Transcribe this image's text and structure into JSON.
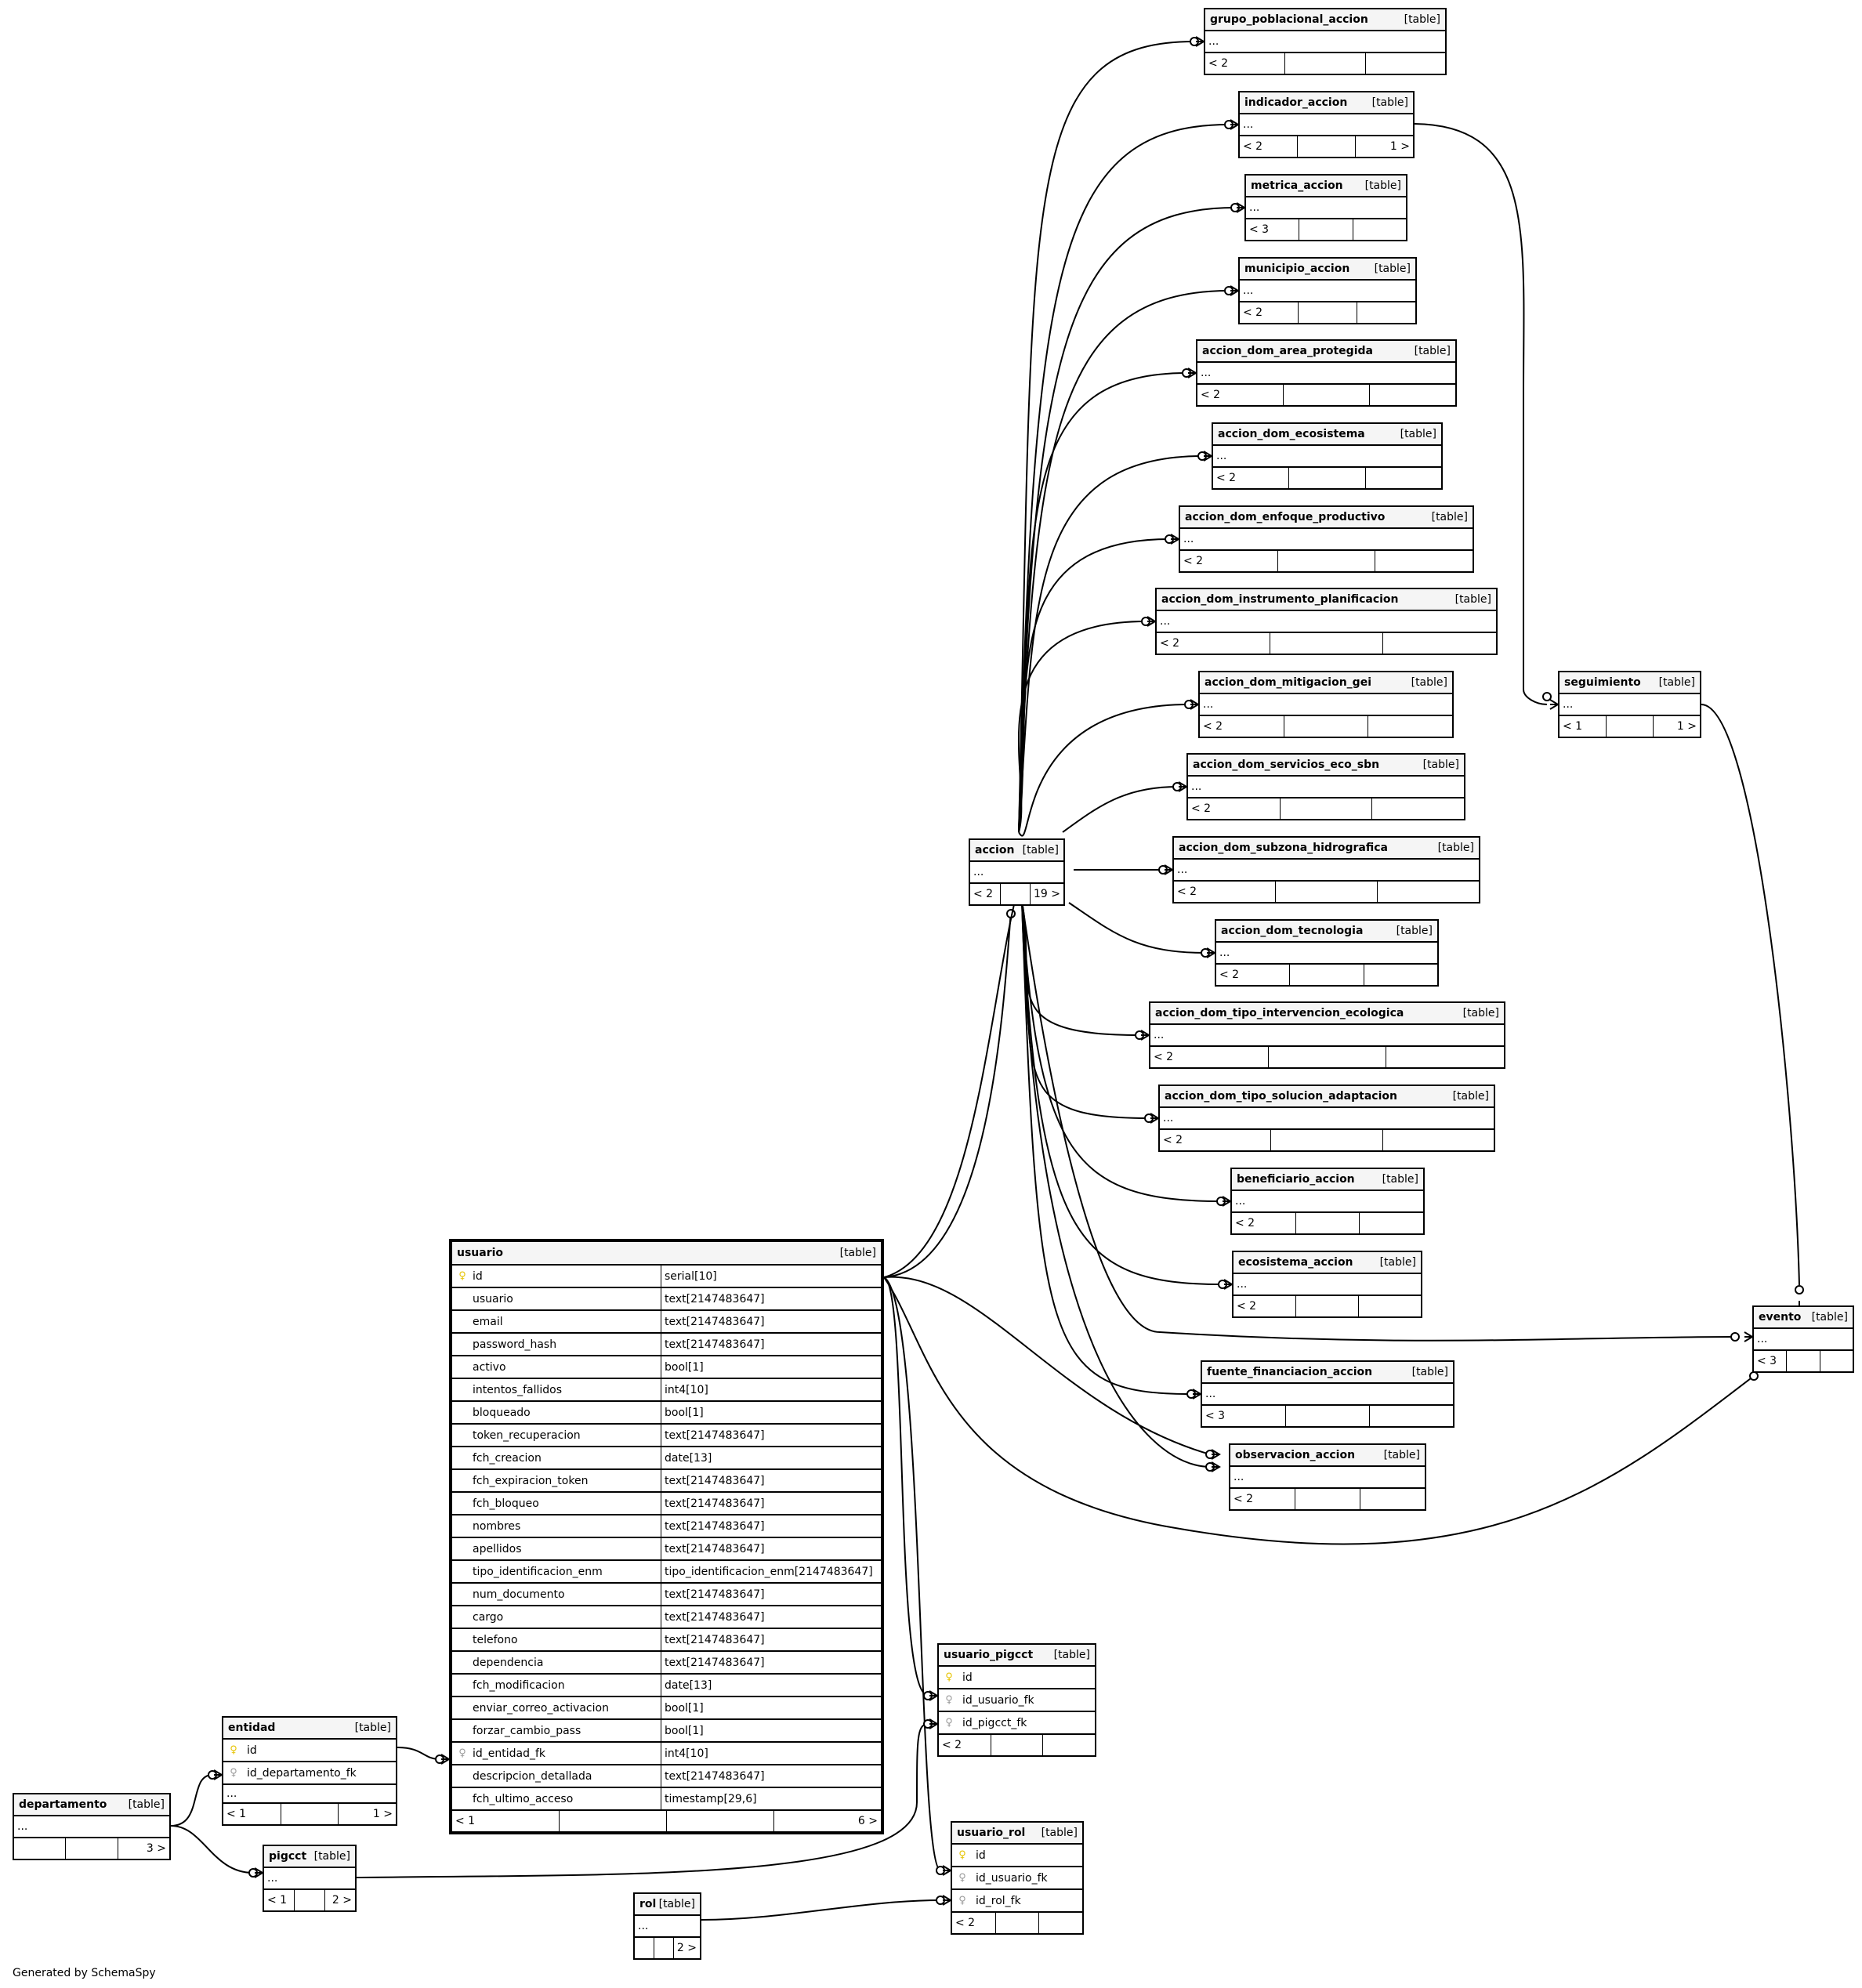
{
  "generated_by": "Generated by SchemaSpy",
  "type_label": "[table]",
  "pk_icon": "primary-key-icon",
  "fk_icon": "foreign-key-icon",
  "tables": {
    "grupo_poblacional_accion": {
      "name": "grupo_poblacional_accion",
      "ellipsis": "...",
      "footer": [
        "< 2",
        "",
        ""
      ]
    },
    "indicador_accion": {
      "name": "indicador_accion",
      "ellipsis": "...",
      "footer": [
        "< 2",
        "",
        "1 >"
      ]
    },
    "metrica_accion": {
      "name": "metrica_accion",
      "ellipsis": "...",
      "footer": [
        "< 3",
        "",
        ""
      ]
    },
    "municipio_accion": {
      "name": "municipio_accion",
      "ellipsis": "...",
      "footer": [
        "< 2",
        "",
        ""
      ]
    },
    "accion_dom_area_protegida": {
      "name": "accion_dom_area_protegida",
      "ellipsis": "...",
      "footer": [
        "< 2",
        "",
        ""
      ]
    },
    "accion_dom_ecosistema": {
      "name": "accion_dom_ecosistema",
      "ellipsis": "...",
      "footer": [
        "< 2",
        "",
        ""
      ]
    },
    "accion_dom_enfoque_productivo": {
      "name": "accion_dom_enfoque_productivo",
      "ellipsis": "...",
      "footer": [
        "< 2",
        "",
        ""
      ]
    },
    "accion_dom_instrumento_planificacion": {
      "name": "accion_dom_instrumento_planificacion",
      "ellipsis": "...",
      "footer": [
        "< 2",
        "",
        ""
      ]
    },
    "accion_dom_mitigacion_gei": {
      "name": "accion_dom_mitigacion_gei",
      "ellipsis": "...",
      "footer": [
        "< 2",
        "",
        ""
      ]
    },
    "accion_dom_servicios_eco_sbn": {
      "name": "accion_dom_servicios_eco_sbn",
      "ellipsis": "...",
      "footer": [
        "< 2",
        "",
        ""
      ]
    },
    "accion_dom_subzona_hidrografica": {
      "name": "accion_dom_subzona_hidrografica",
      "ellipsis": "...",
      "footer": [
        "< 2",
        "",
        ""
      ]
    },
    "accion_dom_tecnologia": {
      "name": "accion_dom_tecnologia",
      "ellipsis": "...",
      "footer": [
        "< 2",
        "",
        ""
      ]
    },
    "accion_dom_tipo_intervencion_ecologica": {
      "name": "accion_dom_tipo_intervencion_ecologica",
      "ellipsis": "...",
      "footer": [
        "< 2",
        "",
        ""
      ]
    },
    "accion_dom_tipo_solucion_adaptacion": {
      "name": "accion_dom_tipo_solucion_adaptacion",
      "ellipsis": "...",
      "footer": [
        "< 2",
        "",
        ""
      ]
    },
    "beneficiario_accion": {
      "name": "beneficiario_accion",
      "ellipsis": "...",
      "footer": [
        "< 2",
        "",
        ""
      ]
    },
    "ecosistema_accion": {
      "name": "ecosistema_accion",
      "ellipsis": "...",
      "footer": [
        "< 2",
        "",
        ""
      ]
    },
    "fuente_financiacion_accion": {
      "name": "fuente_financiacion_accion",
      "ellipsis": "...",
      "footer": [
        "< 3",
        "",
        ""
      ]
    },
    "observacion_accion": {
      "name": "observacion_accion",
      "ellipsis": "...",
      "footer": [
        "< 2",
        "",
        ""
      ]
    },
    "accion": {
      "name": "accion",
      "ellipsis": "...",
      "footer": [
        "< 2",
        "",
        "19 >"
      ]
    },
    "seguimiento": {
      "name": "seguimiento",
      "ellipsis": "...",
      "footer": [
        "< 1",
        "",
        "1 >"
      ]
    },
    "evento": {
      "name": "evento",
      "ellipsis": "...",
      "footer": [
        "< 3",
        "",
        ""
      ]
    },
    "entidad": {
      "name": "entidad",
      "cols": [
        "id",
        "id_departamento_fk"
      ],
      "ellipsis": "...",
      "footer": [
        "< 1",
        "",
        "1 >"
      ]
    },
    "departamento": {
      "name": "departamento",
      "ellipsis": "...",
      "footer": [
        "",
        "",
        "3 >"
      ]
    },
    "pigcct": {
      "name": "pigcct",
      "ellipsis": "...",
      "footer": [
        "< 1",
        "",
        "2 >"
      ]
    },
    "rol": {
      "name": "rol",
      "ellipsis": "...",
      "footer": [
        "",
        "",
        "2 >"
      ]
    },
    "usuario_pigcct": {
      "name": "usuario_pigcct",
      "cols": [
        "id",
        "id_usuario_fk",
        "id_pigcct_fk"
      ],
      "footer": [
        "< 2",
        "",
        ""
      ]
    },
    "usuario_rol": {
      "name": "usuario_rol",
      "cols": [
        "id",
        "id_usuario_fk",
        "id_rol_fk"
      ],
      "footer": [
        "< 2",
        "",
        ""
      ]
    }
  },
  "usuario": {
    "name": "usuario",
    "columns": [
      {
        "name": "id",
        "type": "serial[10]",
        "key": "pk"
      },
      {
        "name": "usuario",
        "type": "text[2147483647]",
        "key": ""
      },
      {
        "name": "email",
        "type": "text[2147483647]",
        "key": ""
      },
      {
        "name": "password_hash",
        "type": "text[2147483647]",
        "key": ""
      },
      {
        "name": "activo",
        "type": "bool[1]",
        "key": ""
      },
      {
        "name": "intentos_fallidos",
        "type": "int4[10]",
        "key": ""
      },
      {
        "name": "bloqueado",
        "type": "bool[1]",
        "key": ""
      },
      {
        "name": "token_recuperacion",
        "type": "text[2147483647]",
        "key": ""
      },
      {
        "name": "fch_creacion",
        "type": "date[13]",
        "key": ""
      },
      {
        "name": "fch_expiracion_token",
        "type": "text[2147483647]",
        "key": ""
      },
      {
        "name": "fch_bloqueo",
        "type": "text[2147483647]",
        "key": ""
      },
      {
        "name": "nombres",
        "type": "text[2147483647]",
        "key": ""
      },
      {
        "name": "apellidos",
        "type": "text[2147483647]",
        "key": ""
      },
      {
        "name": "tipo_identificacion_enm",
        "type": "tipo_identificacion_enm[2147483647]",
        "key": ""
      },
      {
        "name": "num_documento",
        "type": "text[2147483647]",
        "key": ""
      },
      {
        "name": "cargo",
        "type": "text[2147483647]",
        "key": ""
      },
      {
        "name": "telefono",
        "type": "text[2147483647]",
        "key": ""
      },
      {
        "name": "dependencia",
        "type": "text[2147483647]",
        "key": ""
      },
      {
        "name": "fch_modificacion",
        "type": "date[13]",
        "key": ""
      },
      {
        "name": "enviar_correo_activacion",
        "type": "bool[1]",
        "key": ""
      },
      {
        "name": "forzar_cambio_pass",
        "type": "bool[1]",
        "key": ""
      },
      {
        "name": "id_entidad_fk",
        "type": "int4[10]",
        "key": "fk"
      },
      {
        "name": "descripcion_detallada",
        "type": "text[2147483647]",
        "key": ""
      },
      {
        "name": "fch_ultimo_acceso",
        "type": "timestamp[29,6]",
        "key": ""
      }
    ],
    "footer": [
      "< 1",
      "",
      "",
      "6 >"
    ]
  }
}
